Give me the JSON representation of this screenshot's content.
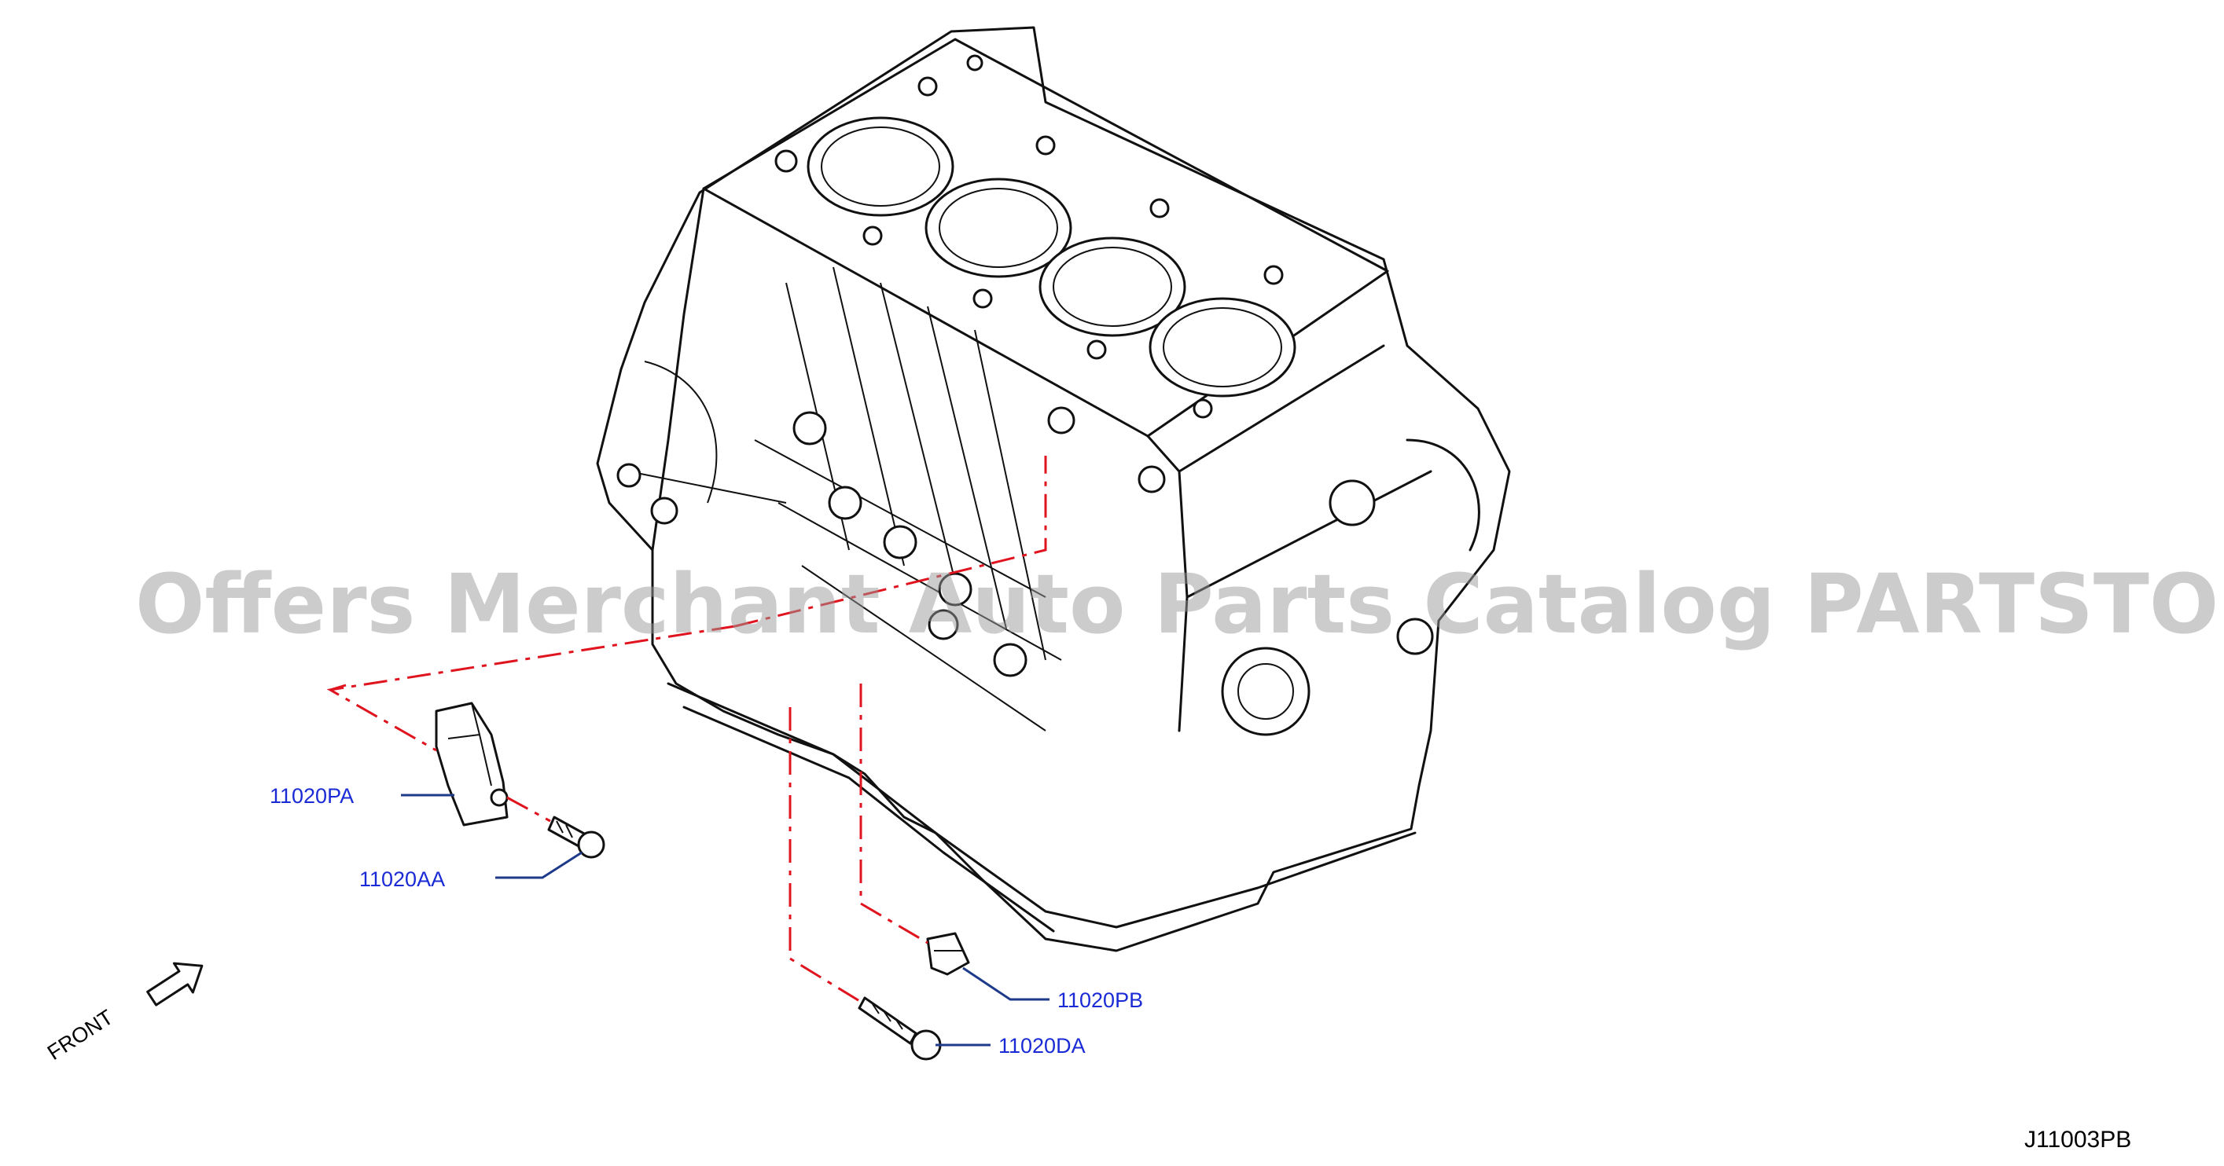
{
  "callouts": {
    "pa": "11020PA",
    "aa": "11020AA",
    "pb": "11020PB",
    "da": "11020DA"
  },
  "front_label": "FRONT",
  "figure_id": "J11003PB",
  "watermark": "Offers Merchant Auto Parts Catalog PARTSTORE.SA",
  "colors": {
    "callout_text": "#1a2bd6",
    "dash_line": "#e0141e",
    "leader_line": "#1e3a8a"
  }
}
